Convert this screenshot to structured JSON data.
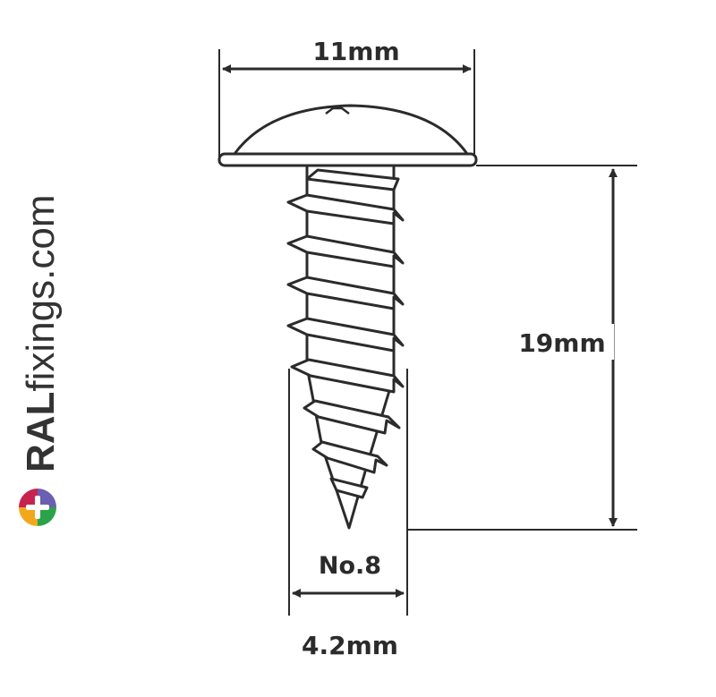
{
  "brand": {
    "logo_text_bold": "RAL",
    "logo_text_regular": "fixings.com",
    "logo_colors": [
      "#c8234f",
      "#6a5fb0",
      "#2aa34a",
      "#f2a81d",
      "#ee6a2b",
      "#2f8fd8"
    ]
  },
  "dimensions": {
    "head_diameter": "11mm",
    "length": "19mm",
    "gauge": "No.8",
    "shank_diameter": "4.2mm"
  },
  "colors": {
    "line": "#2b2b2b",
    "background": "#ffffff"
  }
}
